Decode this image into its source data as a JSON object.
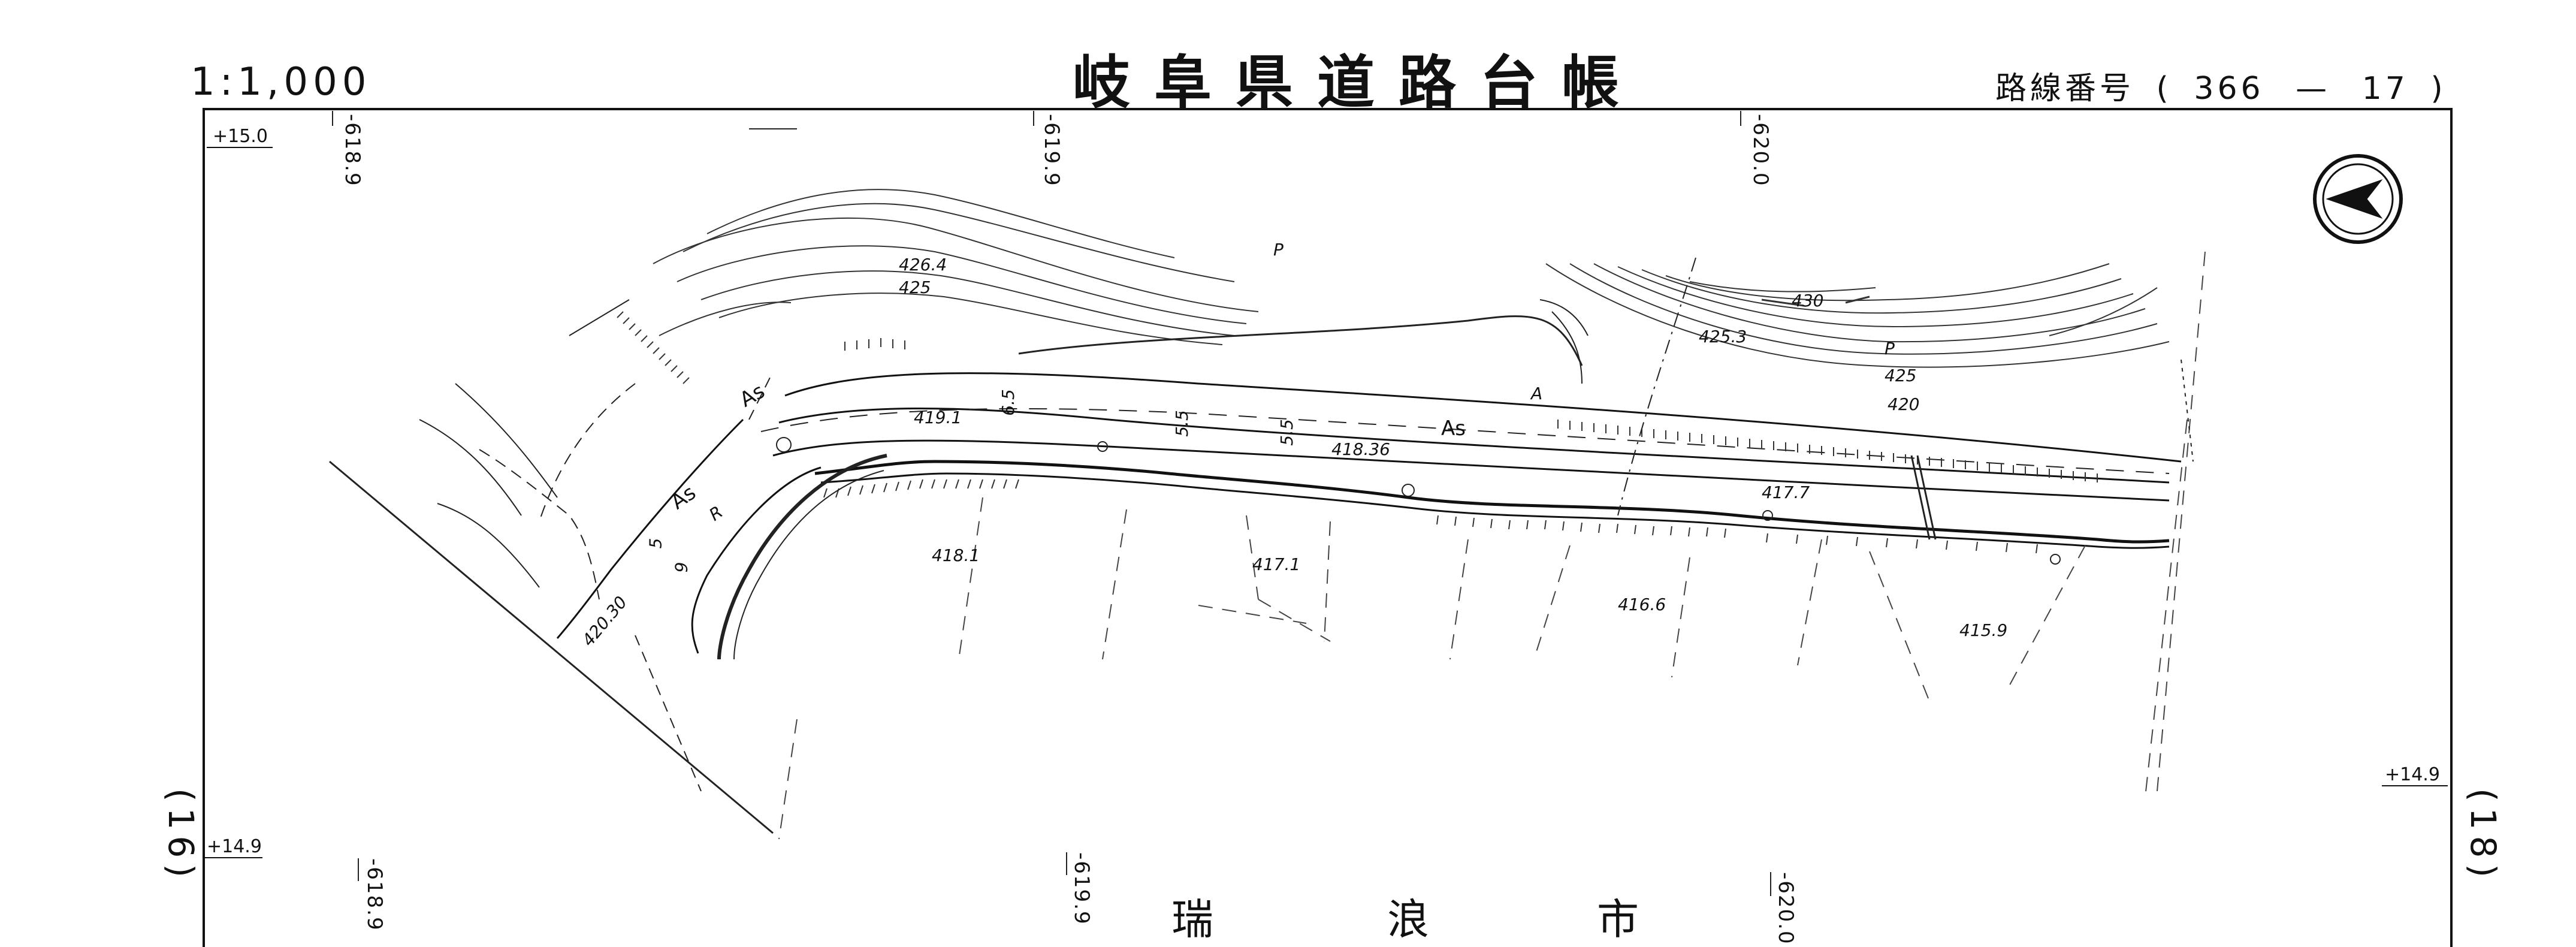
{
  "header": {
    "scale": "1:1,000",
    "title": "岐阜県道路台帳",
    "route_label": "路線番号",
    "route_paren_open": "(",
    "route_number": "366",
    "route_dash": "—",
    "route_sheet": "17",
    "route_paren_close": ")"
  },
  "frame": {
    "offset_top_left": "+15.0",
    "offset_bottom_left": "+14.9",
    "offset_bottom_right": "+14.9",
    "grid_top": [
      "-618.9",
      "-619.9",
      "-620.0"
    ],
    "grid_bottom": [
      "-618.9",
      "-619.9",
      "-620.0"
    ],
    "sheet_left": "(16)",
    "sheet_right": "(18)"
  },
  "map": {
    "elevations": [
      "426.4",
      "425",
      "430",
      "425.3",
      "425",
      "420",
      "419.1",
      "418.36",
      "417.7",
      "418.1",
      "417.1",
      "416.6",
      "415.9",
      "420.30"
    ],
    "widths": [
      "6.5",
      "5.5",
      "5.5",
      "9",
      "5"
    ],
    "surface": [
      "As",
      "As",
      "As"
    ],
    "symbols": [
      "A",
      "R",
      "P",
      "P"
    ],
    "city": [
      "瑞",
      "浪",
      "市"
    ]
  }
}
